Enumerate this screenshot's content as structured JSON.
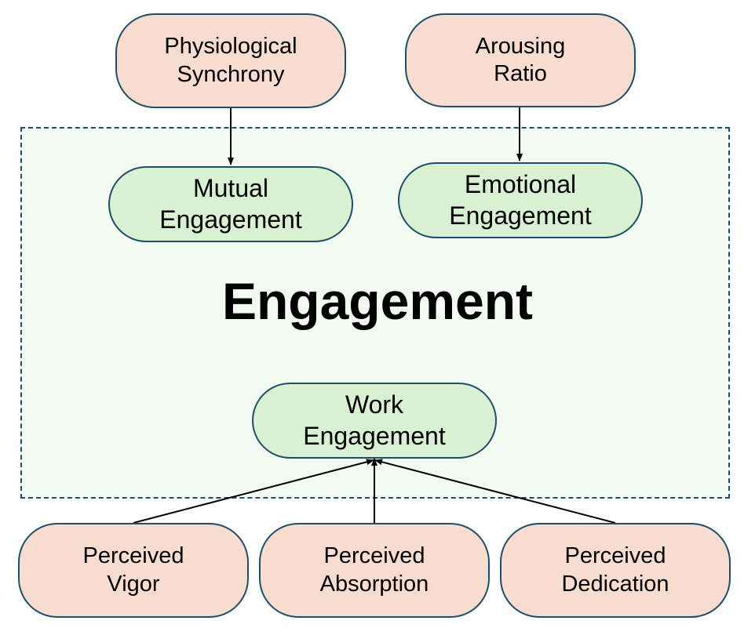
{
  "title": "Engagement",
  "colors": {
    "measure_fill": "#f9dcd0",
    "construct_fill": "#d9f1d3",
    "group_fill": "#f3faf1",
    "outline": "#1e4e6a",
    "arrow": "#000000"
  },
  "nodes": {
    "physiological_synchrony": {
      "lines": [
        "Physiological",
        "Synchrony"
      ]
    },
    "arousing_ratio": {
      "lines": [
        "Arousing",
        "Ratio"
      ]
    },
    "mutual_engagement": {
      "lines": [
        "Mutual",
        "Engagement"
      ]
    },
    "emotional_engagement": {
      "lines": [
        "Emotional",
        "Engagement"
      ]
    },
    "work_engagement": {
      "lines": [
        "Work",
        "Engagement"
      ]
    },
    "perceived_vigor": {
      "lines": [
        "Perceived",
        "Vigor"
      ]
    },
    "perceived_absorption": {
      "lines": [
        "Perceived",
        "Absorption"
      ]
    },
    "perceived_dedication": {
      "lines": [
        "Perceived",
        "Dedication"
      ]
    }
  },
  "edges": [
    {
      "from": "physiological_synchrony",
      "to": "mutual_engagement"
    },
    {
      "from": "arousing_ratio",
      "to": "emotional_engagement"
    },
    {
      "from": "perceived_vigor",
      "to": "work_engagement"
    },
    {
      "from": "perceived_absorption",
      "to": "work_engagement"
    },
    {
      "from": "perceived_dedication",
      "to": "work_engagement"
    }
  ]
}
